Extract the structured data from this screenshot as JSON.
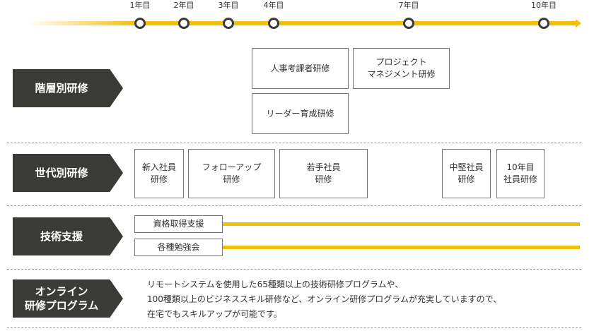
{
  "timeline": {
    "years": [
      "1年目",
      "2年目",
      "3年目",
      "4年目",
      "7年目",
      "10年目"
    ]
  },
  "sections": {
    "rank": {
      "label": "階層別研修",
      "boxes": [
        "人事考課者研修",
        "プロジェクト\nマネジメント研修",
        "リーダー育成研修"
      ]
    },
    "generation": {
      "label": "世代別研修",
      "boxes": [
        "新入社員\n研修",
        "フォローアップ\n研修",
        "若手社員\n研修",
        "中堅社員\n研修",
        "10年目\n社員研修"
      ]
    },
    "tech": {
      "label": "技術支援",
      "boxes": [
        "資格取得支援",
        "各種勉強会"
      ]
    },
    "online": {
      "label": "オンライン\n研修プログラム",
      "lines": [
        "リモートシステムを使用した65種類以上の技術研修プログラムや、",
        "100種類以上のビジネススキル研修など、オンライン研修プログラムが充実していますので、",
        "在宅でもスキルアップが可能です。"
      ]
    }
  },
  "colors": {
    "accent": "#f5be0a",
    "label_bg": "#3a3a36",
    "box_border": "#777777"
  }
}
